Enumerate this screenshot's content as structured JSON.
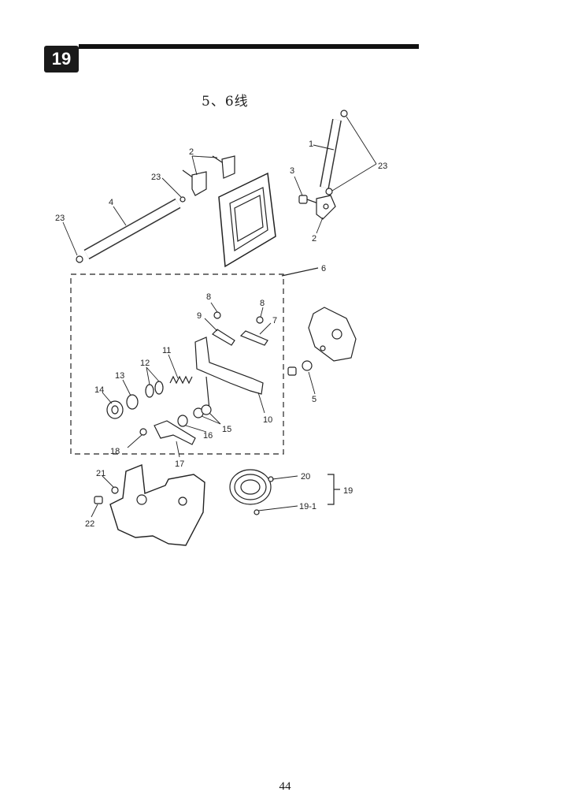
{
  "header": {
    "section_number": "19",
    "title": "5、6线"
  },
  "callouts": {
    "c1": "1",
    "c2a": "2",
    "c2b": "2",
    "c3": "3",
    "c23a": "23",
    "c23b": "23",
    "c23c": "23",
    "c4": "4",
    "c6": "6",
    "c8a": "8",
    "c8b": "8",
    "c9": "9",
    "c7": "7",
    "c11": "11",
    "c12": "12",
    "c13": "13",
    "c14": "14",
    "c10": "10",
    "c5": "5",
    "c15": "15",
    "c16": "16",
    "c18": "18",
    "c17": "17",
    "c21": "21",
    "c22": "22",
    "c20": "20",
    "c19": "19",
    "c19_1": "19-1"
  },
  "footer": {
    "page_number": "44"
  }
}
